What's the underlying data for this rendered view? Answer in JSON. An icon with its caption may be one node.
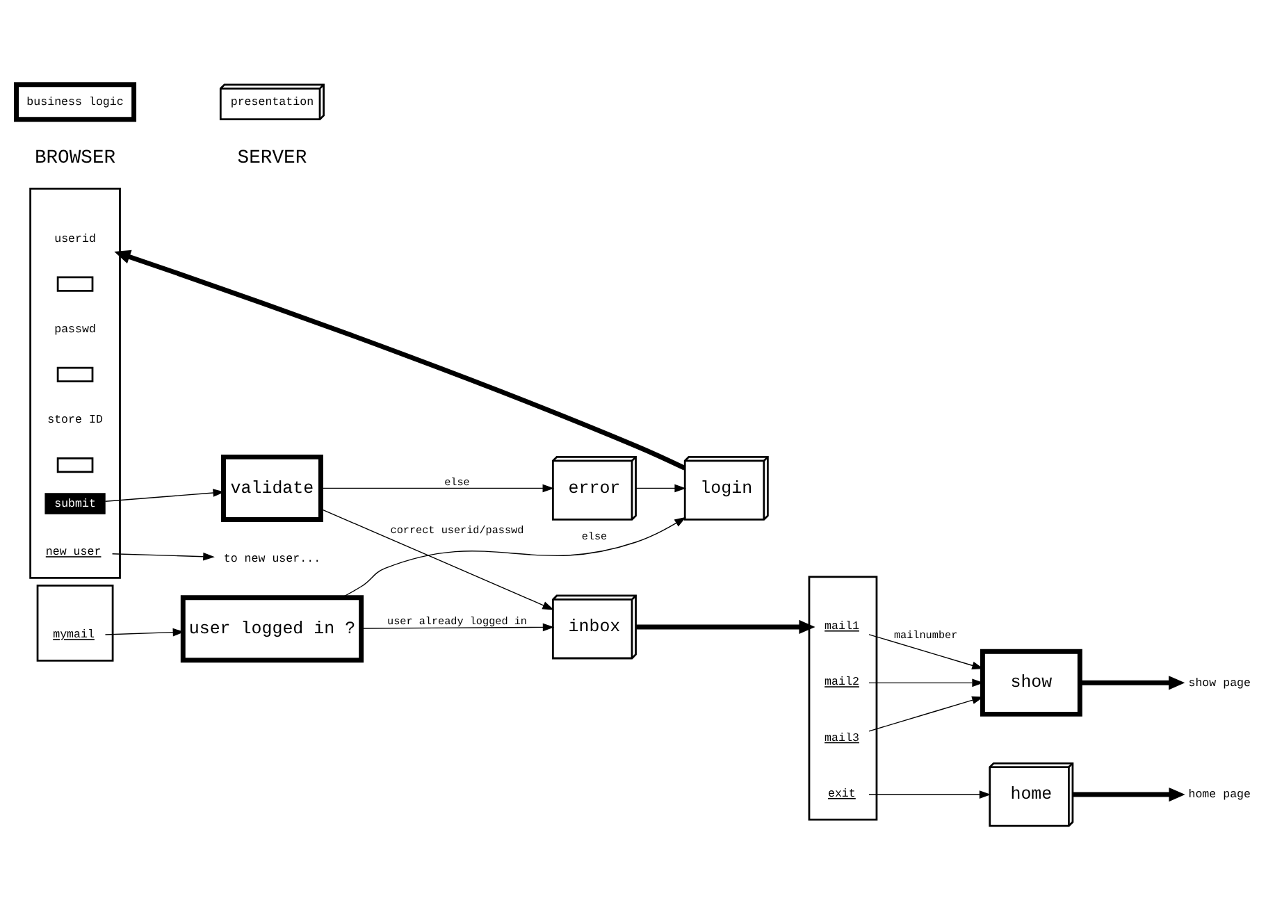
{
  "diagram": {
    "nodes": [
      {
        "text": [],
        "shape": "box"
      },
      {
        "text": [
          "mymail"
        ],
        "in": 0
      },
      {
        "text": [
          "user logged in ?"
        ]
      },
      {
        "text": [
          "login"
        ]
      },
      {
        "text": [
          "error"
        ]
      },
      {
        "text": [],
        "shape": "box"
      },
      {
        "text": [
          "userid"
        ],
        "in": 5
      },
      {
        "text": [],
        "shape": "box",
        "in": 5
      },
      {
        "text": [
          "passwd"
        ],
        "in": 5
      },
      {
        "text": [],
        "shape": "box",
        "in": 5
      },
      {
        "text": [
          "store ID"
        ],
        "in": 5
      },
      {
        "text": [],
        "shape": "box",
        "in": 5
      },
      {
        "text": [
          "submit"
        ],
        "in": 5
      },
      {
        "text": [
          "new user"
        ],
        "in": 5
      },
      {
        "text": [
          "validate"
        ]
      },
      {
        "text": [
          "to new user..."
        ]
      },
      {
        "text": [
          "inbox"
        ]
      },
      {
        "text": [],
        "shape": "box"
      },
      {
        "text": [
          "mail1"
        ],
        "in": 17
      },
      {
        "text": [
          "mail2"
        ],
        "in": 17
      },
      {
        "text": [
          "mail3"
        ],
        "in": 17
      },
      {
        "text": [
          "exit"
        ],
        "in": 17
      },
      {
        "text": [
          "show"
        ]
      },
      {
        "text": [
          "home"
        ]
      },
      {
        "text": [
          "show page"
        ]
      },
      {
        "text": [
          "home page"
        ]
      }
    ],
    "edges": [
      {
        "from": 1,
        "to": 2,
        "arrow": "to"
      },
      {
        "from": 2,
        "to": 16,
        "arrow": "to",
        "label": "user already logged in"
      },
      {
        "from": 2,
        "to": 3,
        "arrow": "to",
        "label": "else"
      },
      {
        "from": 3,
        "to": 5,
        "arrow": "to",
        "style": "thick"
      },
      {
        "from": 4,
        "to": 3,
        "arrow": "to"
      },
      {
        "from": 12,
        "to": 14,
        "arrow": "to"
      },
      {
        "from": 14,
        "to": 4,
        "arrow": "to",
        "label": "else"
      },
      {
        "from": 14,
        "to": 16,
        "arrow": "to",
        "label": "correct userid/passwd"
      },
      {
        "from": 13,
        "to": 15,
        "arrow": "to"
      },
      {
        "from": 16,
        "to": 17,
        "arrow": "to",
        "style": "thick"
      },
      {
        "from": 18,
        "to": 22,
        "arrow": "to",
        "label": "mailnumber"
      },
      {
        "from": 19,
        "to": 22,
        "arrow": "to"
      },
      {
        "from": 20,
        "to": 22,
        "arrow": "to"
      },
      {
        "from": 21,
        "to": 23,
        "arrow": "to"
      },
      {
        "from": 22,
        "to": 24,
        "arrow": "to",
        "style": "thick"
      },
      {
        "from": 23,
        "to": 25,
        "arrow": "to",
        "style": "thick"
      }
    ],
    "labels": [
      "BROWSER",
      "SERVER"
    ],
    "legend": [
      {
        "text": "business logic"
      },
      {
        "text": "presentation"
      }
    ]
  }
}
